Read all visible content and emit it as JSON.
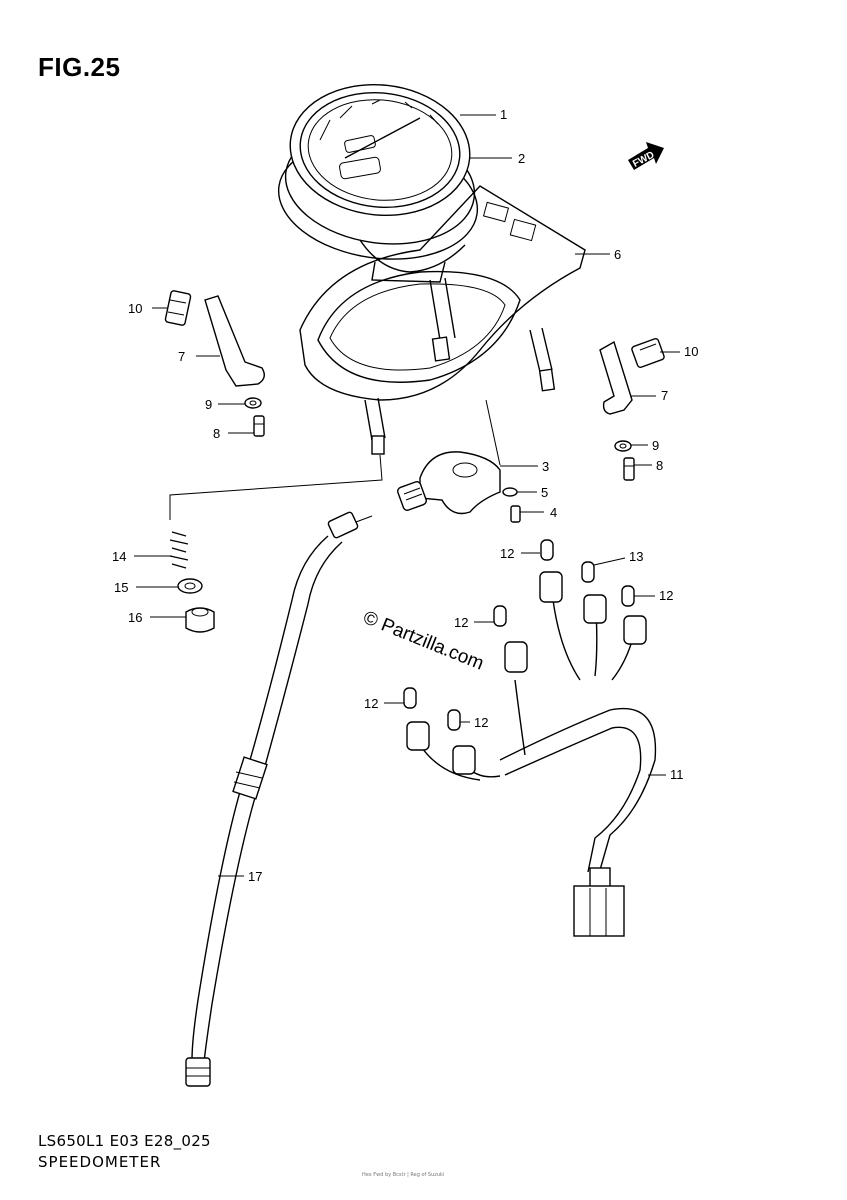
{
  "figure": {
    "title": "FIG.25",
    "model_code": "LS650L1 E03 E28_025",
    "section_name": "SPEEDOMETER",
    "watermark": "© Partzilla.com",
    "fwd_label": "FWD",
    "fine_print": "Hex Fwd by Bcstr | Reg of Suzuki"
  },
  "callouts": [
    {
      "id": "c1",
      "label": "1"
    },
    {
      "id": "c2",
      "label": "2"
    },
    {
      "id": "c3",
      "label": "3"
    },
    {
      "id": "c4",
      "label": "4"
    },
    {
      "id": "c5",
      "label": "5"
    },
    {
      "id": "c6",
      "label": "6"
    },
    {
      "id": "c7a",
      "label": "7"
    },
    {
      "id": "c7b",
      "label": "7"
    },
    {
      "id": "c8a",
      "label": "8"
    },
    {
      "id": "c8b",
      "label": "8"
    },
    {
      "id": "c9a",
      "label": "9"
    },
    {
      "id": "c9b",
      "label": "9"
    },
    {
      "id": "c10a",
      "label": "10"
    },
    {
      "id": "c10b",
      "label": "10"
    },
    {
      "id": "c11",
      "label": "11"
    },
    {
      "id": "c12a",
      "label": "12"
    },
    {
      "id": "c12b",
      "label": "12"
    },
    {
      "id": "c12c",
      "label": "12"
    },
    {
      "id": "c12d",
      "label": "12"
    },
    {
      "id": "c12e",
      "label": "12"
    },
    {
      "id": "c13",
      "label": "13"
    },
    {
      "id": "c14",
      "label": "14"
    },
    {
      "id": "c15",
      "label": "15"
    },
    {
      "id": "c16",
      "label": "16"
    },
    {
      "id": "c17",
      "label": "17"
    }
  ]
}
